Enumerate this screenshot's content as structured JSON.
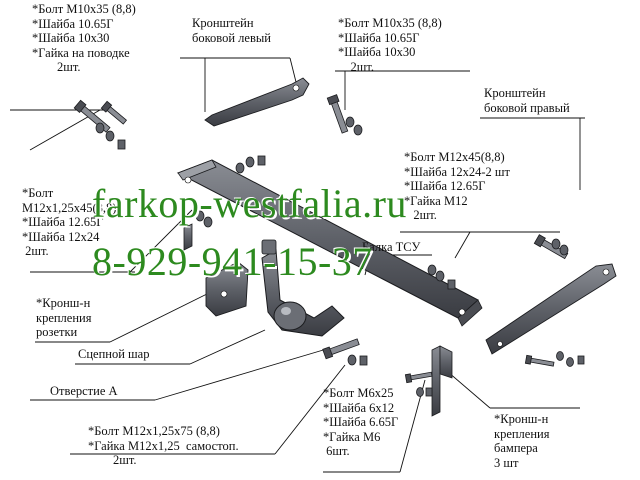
{
  "watermark": {
    "site": "farkop-westfalia.ru",
    "phone": "8-929-941-15-37",
    "color": "#2d8a1f"
  },
  "labels": {
    "bolt_m10_left": "*Болт М10х35 (8,8)\n*Шайба 10.65Г\n*Шайба 10х30\n*Гайка на поводке\n        2шт.",
    "bracket_left": "Кронштейн\nбоковой левый",
    "bolt_m10_right": "*Болт М10х35 (8,8)\n*Шайба 10.65Г\n*Шайба 10х30\n    2шт.",
    "bracket_right": "Кронштейн\nбоковой правый",
    "bolt_m12x45": "*Болт М12х45(8,8)\n*Шайба 12х24-2 шт\n*Шайба 12.65Г\n*Гайка М12\n   2шт.",
    "bolt_m12x125": "*Болт\nМ12х1,25х45(8,8)\n*Шайба 12.65Г\n*Шайба 12х24\n 2шт.",
    "beam": "Балка ТСУ",
    "socket_bracket": "*Кронш-н\nкрепления\nрозетки",
    "ball": "Сцепной шар",
    "hole_a": "Отверстие А",
    "bolt_m12x75": "*Болт М12х1,25х75 (8,8)\n*Гайка М12х1,25  самостоп.\n        2шт.",
    "bolt_m6": "*Болт М6х25\n*Шайба 6х12\n*Шайба 6.65Г\n*Гайка М6\n 6шт.",
    "bumper_bracket": "*Кронш-н\nкрепления\nбампера\n3 шт"
  }
}
